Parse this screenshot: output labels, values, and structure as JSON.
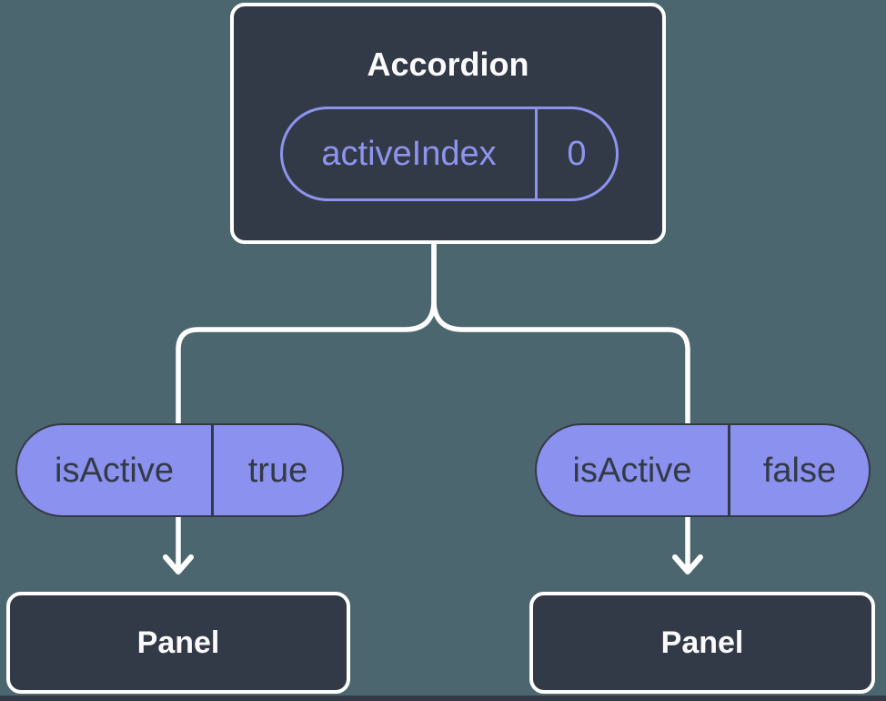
{
  "tree": {
    "root": {
      "title": "Accordion",
      "prop_name": "activeIndex",
      "prop_value": "0"
    },
    "left_branch": {
      "prop_name": "isActive",
      "prop_value": "true",
      "child_title": "Panel"
    },
    "right_branch": {
      "prop_name": "isActive",
      "prop_value": "false",
      "child_title": "Panel"
    }
  },
  "colors": {
    "background": "#4c666f",
    "node_fill": "#333a47",
    "node_border": "#ffffff",
    "pill_fill": "#8b91ee",
    "pill_accent": "#8e94ee",
    "dark_text": "#333a47",
    "light_text": "#fafafc",
    "connector": "#ffffff"
  }
}
